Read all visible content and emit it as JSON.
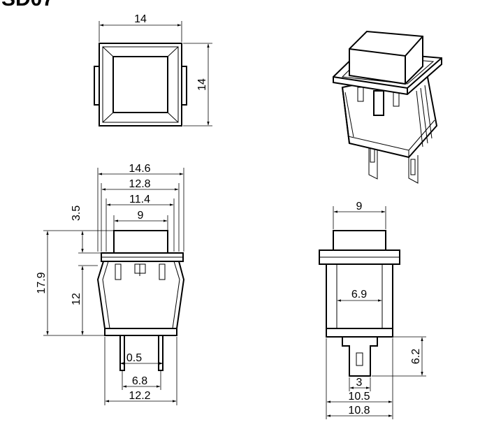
{
  "title": "SD07",
  "top_view": {
    "width": "14",
    "height": "14"
  },
  "front_view": {
    "d1": "14.6",
    "d2": "12.8",
    "d3": "11.4",
    "d4": "9",
    "cap_height": "3.5",
    "total_height": "17.9",
    "body_height": "12",
    "pin_width": "0.5",
    "pin_spacing": "6.8",
    "bottom_width": "12.2"
  },
  "side_view": {
    "cap_width": "9",
    "inner_width": "6.9",
    "pin_length": "6.2",
    "pin_width": "3",
    "w1": "10.5",
    "w2": "10.8"
  },
  "colors": {
    "line": "#000000",
    "background": "#ffffff"
  }
}
